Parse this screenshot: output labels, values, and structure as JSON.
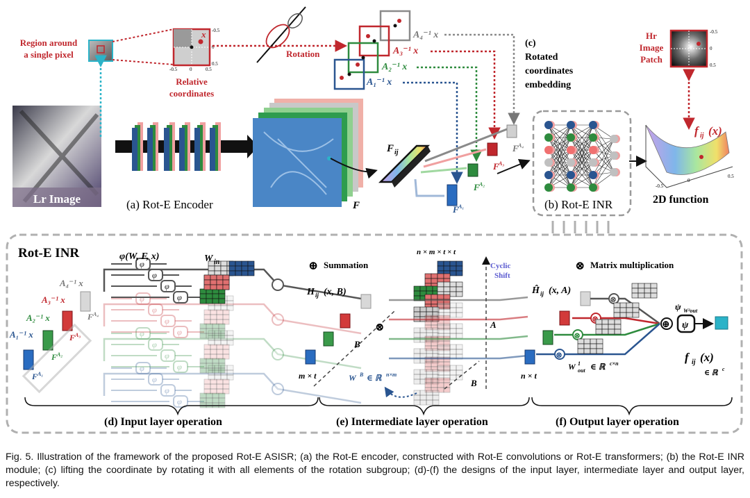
{
  "figure": {
    "top_left": {
      "region_label_1": "Region around",
      "region_label_2": "a single pixel",
      "relative_coords_1": "Relative",
      "relative_coords_2": "coordinates",
      "rotation_label": "Rotation",
      "lr_image": "Lr Image",
      "encoder_caption": "(a) Rot-E Encoder",
      "x_symbol": "x",
      "tick_neg": "-0.5",
      "tick_zero": "0",
      "tick_pos": "0.5"
    },
    "rotations": {
      "a1": "A₁⁻¹ x",
      "a2": "A₂⁻¹ x",
      "a3": "A₃⁻¹ x",
      "a4": "A₄⁻¹ x"
    },
    "embedding": {
      "label_1": "(c)",
      "label_2": "Rotated",
      "label_3": "coordinates",
      "label_4": "embedding"
    },
    "features": {
      "F": "F",
      "Fij": "F",
      "Fij_sub": "ij",
      "FA1": "F",
      "FA1_sup": "A₁",
      "FA2_sup": "A₂",
      "FA3_sup": "A₃",
      "FA4_sup": "A₄"
    },
    "inr": {
      "caption": "(b) Rot-E INR"
    },
    "function": {
      "hr_1": "Hr",
      "hr_2": "Image",
      "hr_3": "Patch",
      "fij": "f",
      "fij_sub": "ij",
      "fij_arg": "(x)",
      "caption": "2D function",
      "tick_05": "0.5",
      "tick_0": "0",
      "tick_m05": "-0.5"
    },
    "bottom": {
      "title": "Rot-E INR",
      "phi_expr": "φ(W, F, x)",
      "phi": "φ",
      "w_in": "W",
      "w_in_sub": "in",
      "summation": "Summation",
      "sum_symbol": "⊕",
      "mult_symbol": "⊗",
      "matrix_mult": "Matrix multiplication",
      "h_label": "H",
      "h_sub": "ij",
      "h_arg": "(x, B)",
      "hhat_label": "Ĥ",
      "hhat_arg": "(x, A)",
      "nmmt": "n × m × t × t",
      "cyclic_1": "Cyclic",
      "cyclic_2": "Shift",
      "A": "A",
      "B": "B",
      "mxt": "m × t",
      "nxt": "n × t",
      "wb": "W",
      "wb_sup": "B",
      "wb_space": "∈ ℝ",
      "wb_space_sup": "n×m",
      "psi": "ψ",
      "psi_label": "ψ",
      "psi_sub": "W²out",
      "wout": "W",
      "wout_sup": "1",
      "wout_sub": "out",
      "wout_space": "∈ ℝ",
      "wout_space_sup": "c×n",
      "fout": "f",
      "fout_sub": "ij",
      "fout_arg": "(x)",
      "fout_space": "∈ ℝ",
      "fout_space_sup": "c",
      "cap_d": "(d) Input layer operation",
      "cap_e": "(e) Intermediate layer operation",
      "cap_f": "(f) Output layer operation"
    },
    "colors": {
      "red": "#c0272d",
      "green": "#2e8b3e",
      "blue": "#2a5590",
      "grey": "#8a8a8a",
      "cyan": "#2bb3c8"
    }
  },
  "caption": "Fig. 5. Illustration of the framework of the proposed Rot-E ASISR; (a) the Rot-E encoder, constructed with Rot-E convolutions or Rot-E transformers; (b) the Rot-E INR module; (c) lifting the coordinate by rotating it with all elements of the rotation subgroup; (d)-(f) the designs of the input layer, intermediate layer and output layer, respectively."
}
